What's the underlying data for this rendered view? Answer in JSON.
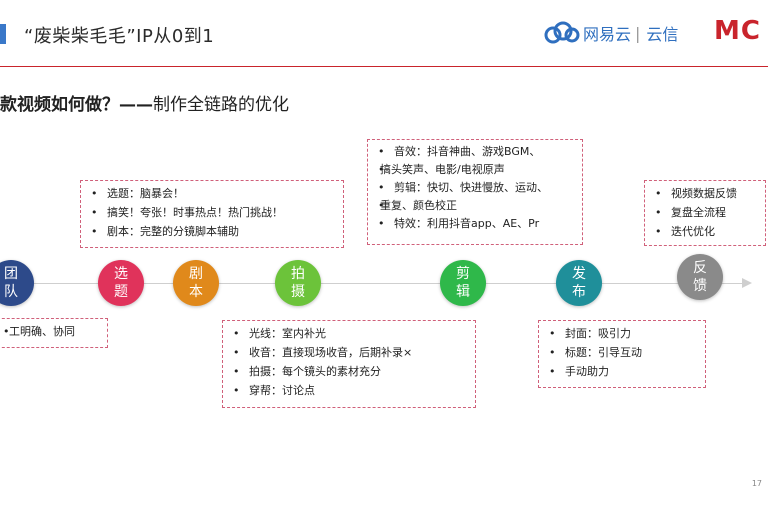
{
  "header": {
    "title": "“废柴柴毛毛”IP从0到1",
    "logo_text": "网易云",
    "logo_sep": "|",
    "logo_text2": "云信",
    "logo_mc": "MC"
  },
  "subtitle": {
    "bold": "款视频如何做？——",
    "rest": "制作全链路的优化"
  },
  "notes": {
    "team": [
      "工明确、协同"
    ],
    "topic": [
      "选题：脑暴会！",
      "搞笑！夸张！时事热点！热门挑战！",
      "剧本：完整的分镜脚本辅助"
    ],
    "edit": [
      "音效：抖音神曲、游戏BGM、",
      "搞头笑声、电影/电视原声",
      "剪辑：快切、快进慢放、运动、",
      "重复、颜色校正",
      "特效：利用抖音app、AE、Pr"
    ],
    "feedback": [
      "视频数据反馈",
      "复盘全流程",
      "迭代优化"
    ],
    "shoot": [
      "光线：室内补光",
      "收音：直接现场收音，后期补录×",
      "拍摄：每个镜头的素材充分",
      "穿帮：讨论点"
    ],
    "publish": [
      "封面：吸引力",
      "标题：引导互动",
      "手动助力"
    ]
  },
  "nodes": [
    {
      "label": "团队",
      "color": "#2d4a8a"
    },
    {
      "label": "选题",
      "color": "#e0335b"
    },
    {
      "label": "剧本",
      "color": "#e0891b"
    },
    {
      "label": "拍摄",
      "color": "#6cc33a"
    },
    {
      "label": "剪辑",
      "color": "#2fb84a"
    },
    {
      "label": "发布",
      "color": "#1f8f9a"
    },
    {
      "label": "反馈",
      "color": "#8a8a8a"
    }
  ],
  "page_number": "17",
  "colors": {
    "accent_red": "#c9242c",
    "brand_blue": "#2f6fbf",
    "dash_pink": "#d0607a"
  }
}
